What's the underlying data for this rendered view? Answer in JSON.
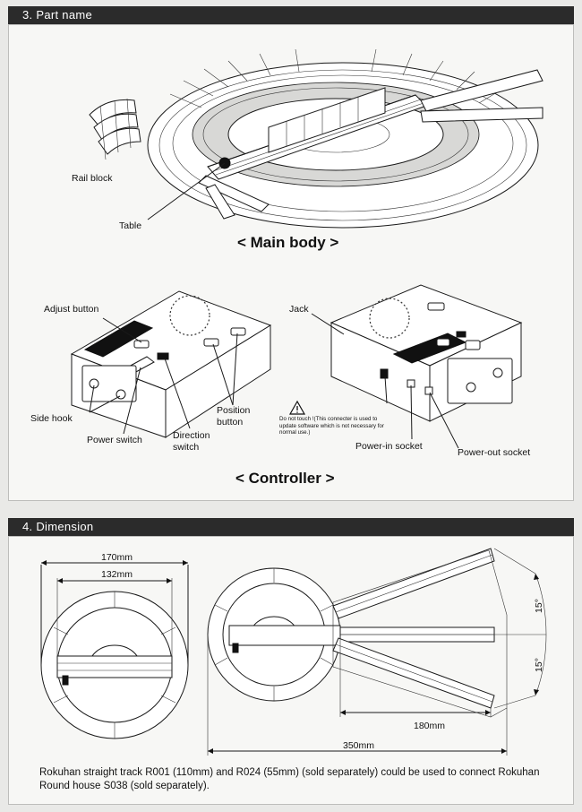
{
  "section3": {
    "title": "3.  Part name",
    "labels": {
      "rail_block": "Rail block",
      "table": "Table",
      "main_body_caption": "< Main body >",
      "adjust_button": "Adjust button",
      "jack": "Jack",
      "side_hook": "Side hook",
      "power_switch": "Power switch",
      "direction_switch_line1": "Direction",
      "direction_switch_line2": "switch",
      "position_button_line1": "Position",
      "position_button_line2": "button",
      "warning": "Do not touch !(This connecter is used to update software which is not necessary for normal use.)",
      "power_in_socket": "Power-in socket",
      "power_out_socket": "Power-out socket",
      "controller_caption": "< Controller >"
    }
  },
  "section4": {
    "title": "4.  Dimension",
    "dims": {
      "d170": "170mm",
      "d132": "132mm",
      "d180": "180mm",
      "d350": "350mm",
      "angle_upper": "15°",
      "angle_lower": "15°"
    },
    "note": "Rokuhan straight track R001 (110mm) and R024 (55mm) (sold separately) could be used to connect Rokuhan Round house S038 (sold separately)."
  },
  "icons": {
    "warning": "warning-triangle-icon"
  }
}
